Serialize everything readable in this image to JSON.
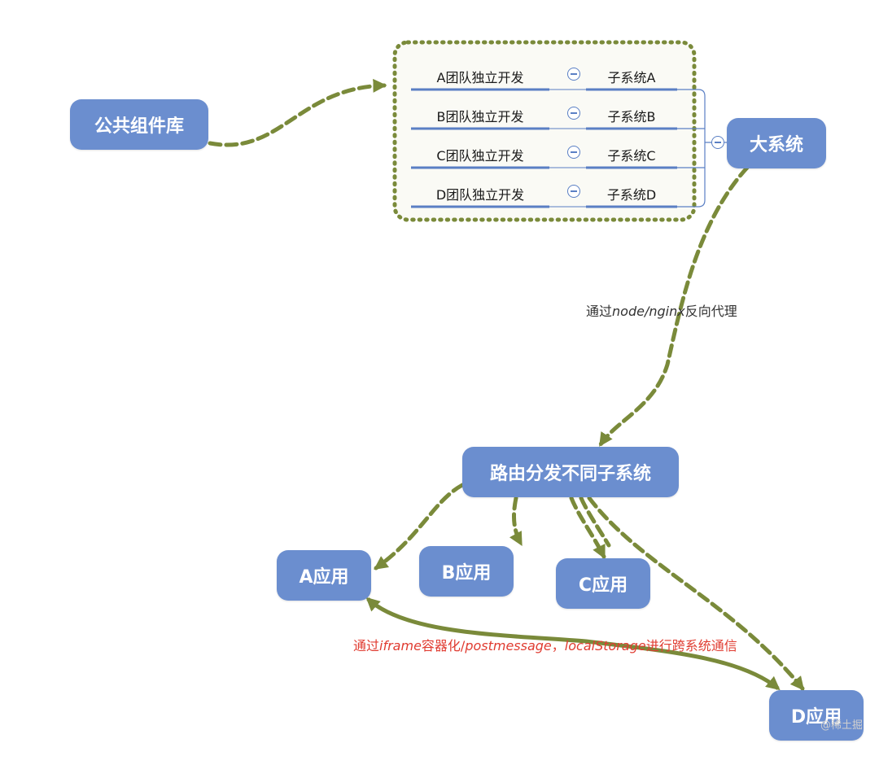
{
  "nodes": {
    "common_lib": "公共组件库",
    "big_system": "大系统",
    "router": "路由分发不同子系统",
    "app_a": "A应用",
    "app_b": "B应用",
    "app_c": "C应用",
    "app_d": "D应用"
  },
  "group_rows": [
    {
      "team": "A团队独立开发",
      "subsystem": "子系统A"
    },
    {
      "team": "B团队独立开发",
      "subsystem": "子系统B"
    },
    {
      "team": "C团队独立开发",
      "subsystem": "子系统C"
    },
    {
      "team": "D团队独立开发",
      "subsystem": "子系统D"
    }
  ],
  "edge_labels": {
    "proxy": {
      "prefix": "通过",
      "italic": "node/nginx",
      "suffix": "反向代理"
    },
    "comm": {
      "p1": "通过",
      "i1": "iframe",
      "p2": "容器化/",
      "i2": "postmessage",
      "p3": "，",
      "i3": "localStorage",
      "p4": "进行跨系统通信"
    }
  },
  "watermark": "@稀土掘",
  "colors": {
    "node_fill": "#6b8ecf",
    "arrow": "#7a8a3a",
    "group_border": "#7a8a3a",
    "connector": "#5a7fc4",
    "comm_label": "#e03c31"
  }
}
